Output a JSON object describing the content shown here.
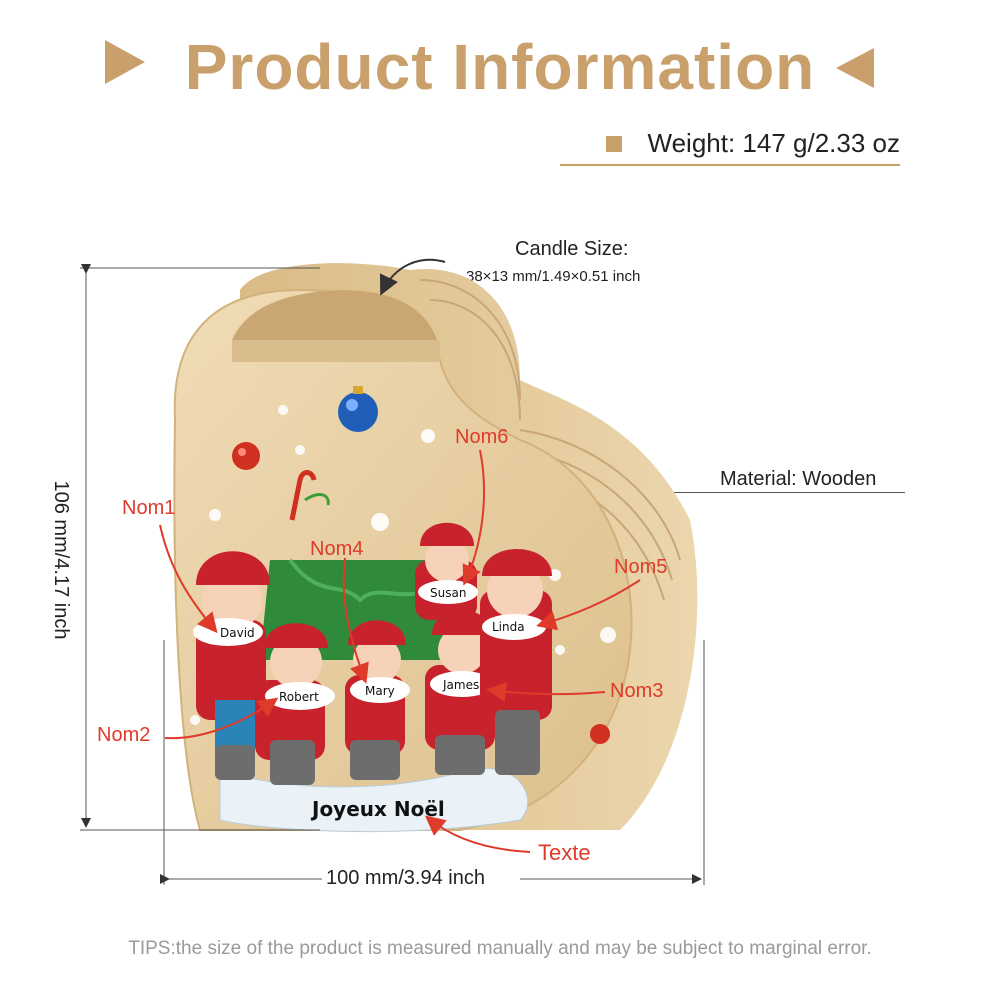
{
  "title": "Product Information",
  "weight": "Weight: 147 g/2.33 oz",
  "candle_size_label": "Candle Size:",
  "candle_size_value": "38×13 mm/1.49×0.51 inch",
  "material": "Material: Wooden",
  "height_dim": "106 mm/4.17 inch",
  "width_dim": "100 mm/3.94 inch",
  "annotations": {
    "nom1": "Nom1",
    "nom2": "Nom2",
    "nom3": "Nom3",
    "nom4": "Nom4",
    "nom5": "Nom5",
    "nom6": "Nom6",
    "texte": "Texte"
  },
  "figures": {
    "david": "David",
    "robert": "Robert",
    "mary": "Mary",
    "james": "James",
    "susan": "Susan",
    "linda": "Linda"
  },
  "greeting": "Joyeux Noël",
  "tips": "TIPS:the size of the product is measured manually and may be subject to marginal error.",
  "colors": {
    "accent": "#c9a06b",
    "annotation": "#e03a2a",
    "wood": "#e8d2a6"
  }
}
